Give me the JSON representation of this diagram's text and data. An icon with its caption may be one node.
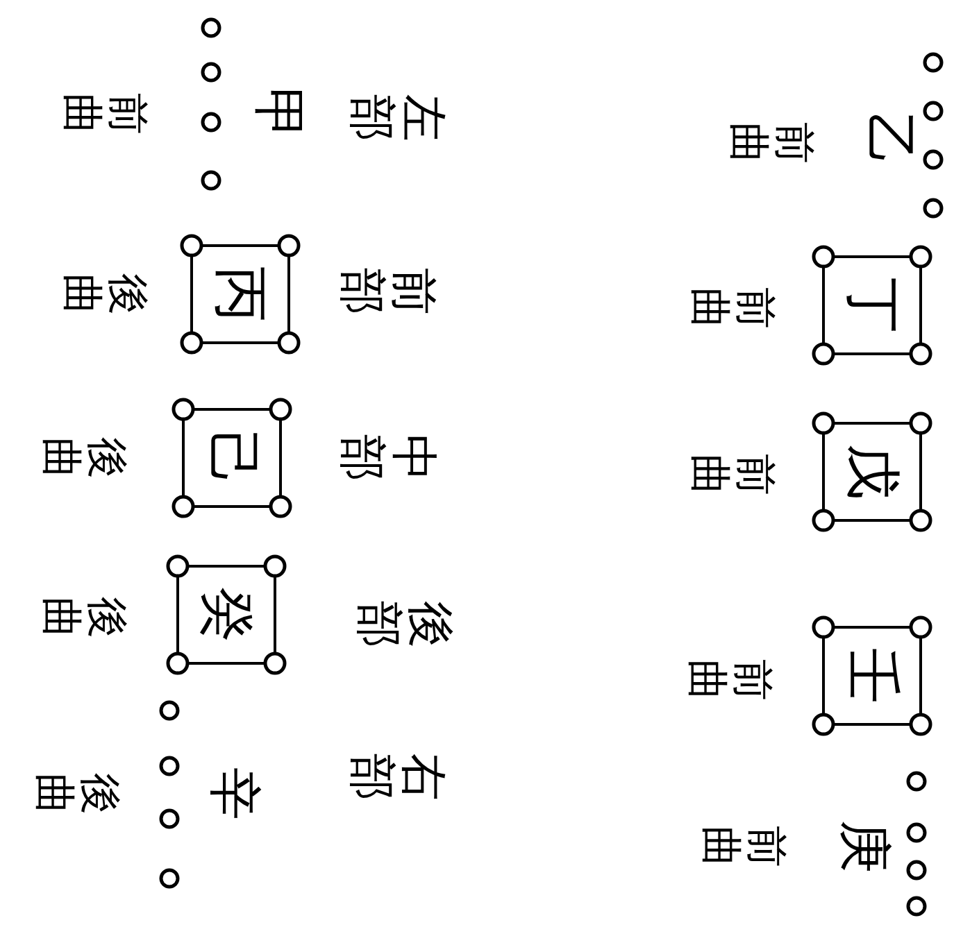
{
  "diagram": {
    "nodes": [
      {
        "text": [
          "丁"
        ],
        "beside": [
          "前曲"
        ]
      },
      {
        "text": [
          "戊"
        ],
        "beside": [
          "前曲"
        ]
      },
      {
        "text": [
          "壬"
        ],
        "beside": [
          "前曲"
        ]
      },
      {
        "text": [
          "丙"
        ],
        "beside": [
          "後曲"
        ]
      },
      {
        "text": [
          "己"
        ],
        "beside": [
          "後曲"
        ]
      },
      {
        "text": [
          "癸"
        ],
        "beside": [
          "後曲"
        ]
      }
    ],
    "labels": [
      "乙",
      "前曲",
      "庚",
      "前曲",
      "左部",
      "前部",
      "中部",
      "後部",
      "右部",
      "甲",
      "前曲",
      "辛",
      "後曲"
    ]
  }
}
